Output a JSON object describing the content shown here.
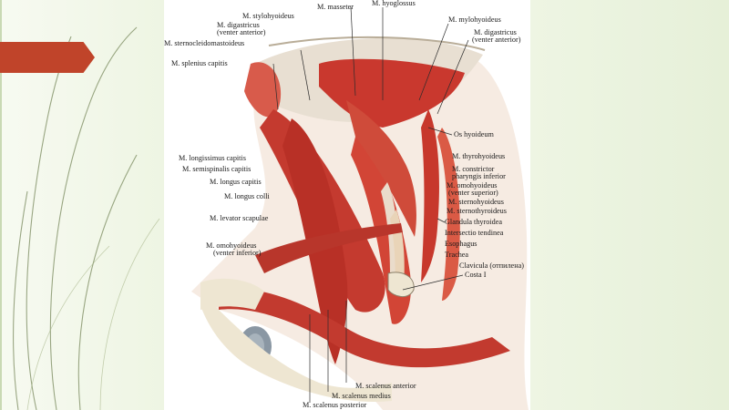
{
  "colors": {
    "accent": "#c0442a",
    "panel": "#eef5e3",
    "muscle": "#c4362b",
    "bone": "#eee6d2"
  },
  "labels": {
    "masseter": "M. masseter",
    "hyoglossus": "M. hyoglossus",
    "stylohyoideus": "M. stylohyoideus",
    "digastricus_left_1": "M. digastricus",
    "digastricus_left_2": "(venter anterior)",
    "mylohyoideus": "M. mylohyoideus",
    "digastricus_right_1": "M. digastricus",
    "digastricus_right_2": "(venter anterior)",
    "sternocleidomastoideus": "M. sternocleidomastoideus",
    "splenius_capitis": "M. splenius capitis",
    "os_hyoideum": "Os hyoideum",
    "longissimus_capitis": "M. longissimus capitis",
    "semispinalis_capitis": "M. semispinalis capitis",
    "longus_capitis": "M. longus capitis",
    "longus_colli": "M. longus colli",
    "levator_scapulae": "M. levator scapulae",
    "omohyoideus_inf_1": "M. omohyoideus",
    "omohyoideus_inf_2": "(venter inferior)",
    "thyrohyoideus": "M. thyrohyoideus",
    "constrictor_1": "M. constrictor",
    "constrictor_2": "pharyngis inferior",
    "omohyoideus_sup_1": "M. omohyoideus",
    "omohyoideus_sup_2": "(venter superior)",
    "sternohyoideus": "M. sternohyoideus",
    "sternothyroideus": "M. sternothyroideus",
    "glandula_thyroidea": "Glandula thyroidea",
    "intersectio_tendinea": "Intersectio tendinea",
    "esophagus": "Esophagus",
    "trachea": "Trachea",
    "clavicula": "Clavicula (отпилена)",
    "costa": "Costa I",
    "scalenus_anterior": "M. scalenus anterior",
    "scalenus_medius": "M. scalenus medius",
    "scalenus_posterior": "M. scalenus posterior"
  }
}
